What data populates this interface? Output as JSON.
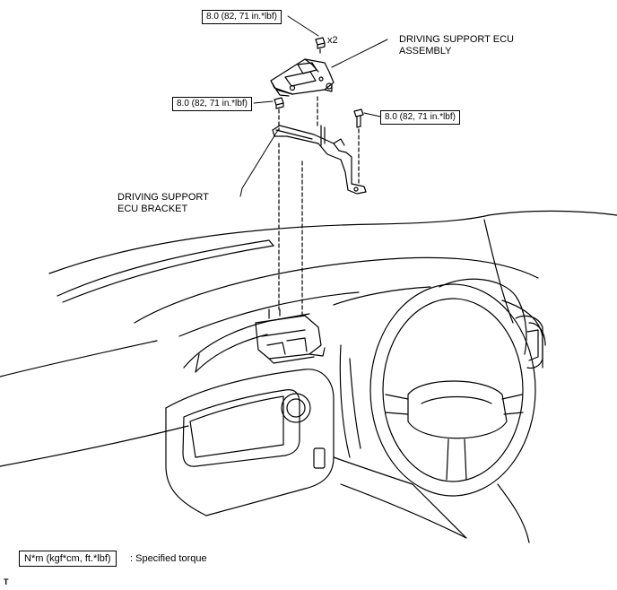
{
  "torque": {
    "top": "8.0 (82, 71 in.*lbf)",
    "left": "8.0 (82, 71 in.*lbf)",
    "right": "8.0 (82, 71 in.*lbf)"
  },
  "quantity": "x2",
  "labels": {
    "ecu_assembly_line1": "DRIVING SUPPORT ECU",
    "ecu_assembly_line2": "ASSEMBLY",
    "ecu_bracket_line1": "DRIVING SUPPORT",
    "ecu_bracket_line2": "ECU BRACKET"
  },
  "legend": {
    "symbol": "N*m (kgf*cm, ft.*lbf)",
    "description": ": Specified torque"
  },
  "corner_mark": "T"
}
